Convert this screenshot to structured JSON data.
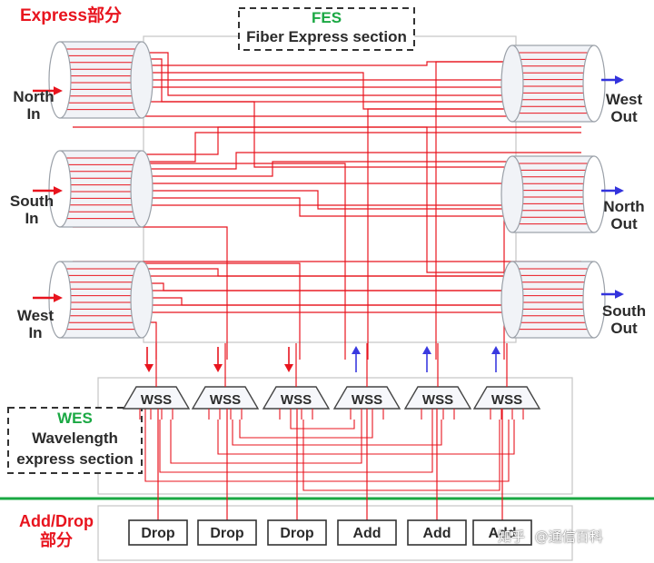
{
  "sections": {
    "express_title": "Express部分",
    "fes_abbr": "FES",
    "fes_full": "Fiber Express section",
    "wes_abbr": "WES",
    "wes_line1": "Wavelength",
    "wes_line2": "express section",
    "adddrop_line1": "Add/Drop",
    "adddrop_line2": "部分"
  },
  "inputs": [
    {
      "line1": "North",
      "line2": "In"
    },
    {
      "line1": "South",
      "line2": "In"
    },
    {
      "line1": "West",
      "line2": "In"
    }
  ],
  "outputs": [
    {
      "line1": "West",
      "line2": "Out"
    },
    {
      "line1": "North",
      "line2": "Out"
    },
    {
      "line1": "South",
      "line2": "Out"
    }
  ],
  "wss_label": "WSS",
  "ports": [
    "Drop",
    "Drop",
    "Drop",
    "Add",
    "Add",
    "Add"
  ],
  "watermark": {
    "brand": "知乎",
    "handle": "@通信百科"
  },
  "colors": {
    "fiber": "#e8141e",
    "frame": "#bdbdbd",
    "green_rule": "#1aa843",
    "out_arrow": "#3333dd",
    "add_arrow": "#3a3ae0"
  }
}
